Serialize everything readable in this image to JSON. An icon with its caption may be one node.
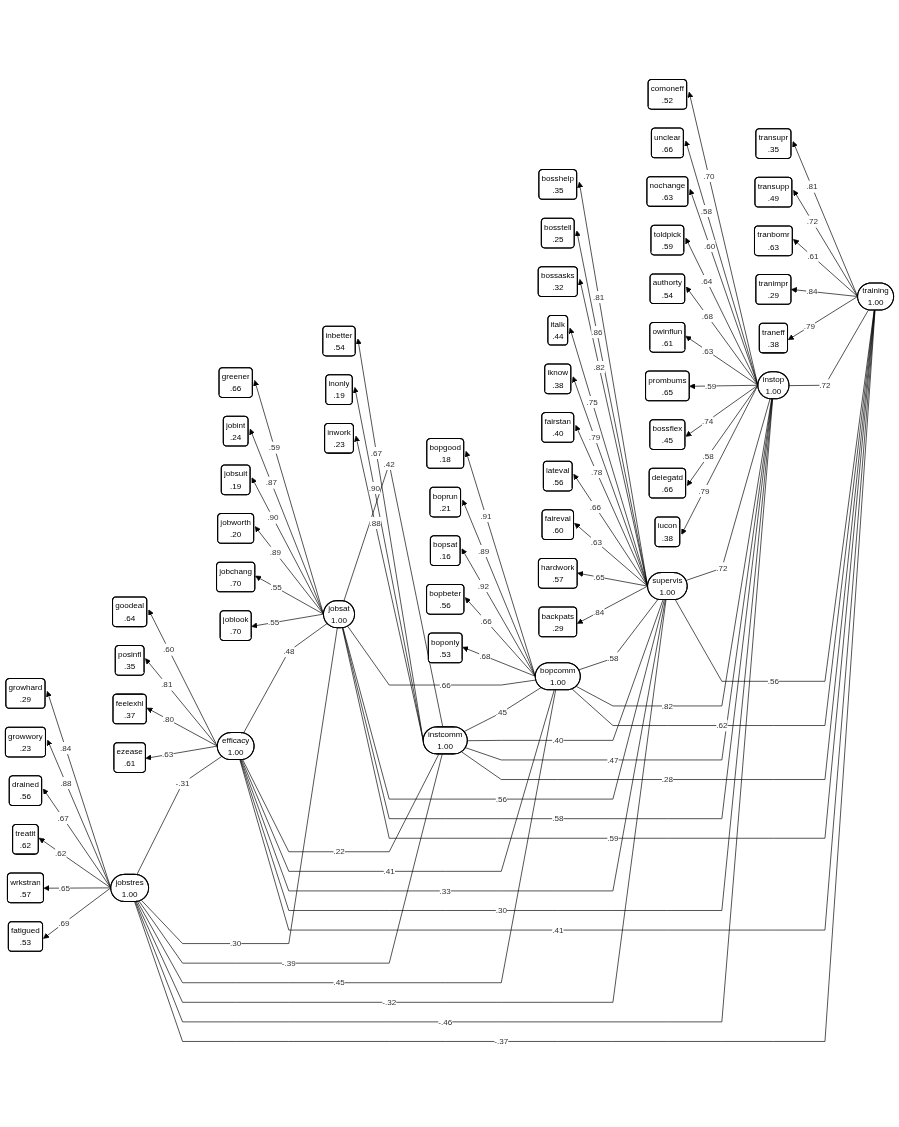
{
  "diagram": {
    "nodes": [
      {
        "text": [
          "transupr",
          ".35"
        ]
      },
      {
        "text": [
          "transupp",
          ".49"
        ]
      },
      {
        "text": [
          "tranbomr",
          ".63"
        ]
      },
      {
        "text": [
          "tranimpr",
          ".29"
        ]
      },
      {
        "text": [
          "traneff",
          ".38"
        ]
      },
      {
        "text": [
          "comoneff",
          ".52"
        ]
      },
      {
        "text": [
          "unclear",
          ".66"
        ]
      },
      {
        "text": [
          "nochange",
          ".63"
        ]
      },
      {
        "text": [
          "toldpick",
          ".59"
        ]
      },
      {
        "text": [
          "authorty",
          ".54"
        ]
      },
      {
        "text": [
          "owinflun",
          ".61"
        ]
      },
      {
        "text": [
          "prombums",
          ".65"
        ]
      },
      {
        "text": [
          "bossflex",
          ".45"
        ]
      },
      {
        "text": [
          "delegatd",
          ".66"
        ]
      },
      {
        "text": [
          "iucon",
          ".38"
        ]
      },
      {
        "text": [
          "bosshelp",
          ".35"
        ]
      },
      {
        "text": [
          "bosstell",
          ".25"
        ]
      },
      {
        "text": [
          "bossasks",
          ".32"
        ]
      },
      {
        "text": [
          "italk",
          ".44"
        ]
      },
      {
        "text": [
          "iknow",
          ".38"
        ]
      },
      {
        "text": [
          "fairstan",
          ".40"
        ]
      },
      {
        "text": [
          "lateval",
          ".56"
        ]
      },
      {
        "text": [
          "faireval",
          ".60"
        ]
      },
      {
        "text": [
          "hardwork",
          ".57"
        ]
      },
      {
        "text": [
          "backpats",
          ".29"
        ]
      },
      {
        "text": [
          "bopgood",
          ".18"
        ]
      },
      {
        "text": [
          "boprun",
          ".21"
        ]
      },
      {
        "text": [
          "bopsat",
          ".16"
        ]
      },
      {
        "text": [
          "bopbeter",
          ".56"
        ]
      },
      {
        "text": [
          "boponly",
          ".53"
        ]
      },
      {
        "text": [
          "inbetter",
          ".54"
        ]
      },
      {
        "text": [
          "inonly",
          ".19"
        ]
      },
      {
        "text": [
          "inwork",
          ".23"
        ]
      },
      {
        "text": [
          "greener",
          ".66"
        ]
      },
      {
        "text": [
          "jobint",
          ".24"
        ]
      },
      {
        "text": [
          "jobsuit",
          ".19"
        ]
      },
      {
        "text": [
          "jobworth",
          ".20"
        ]
      },
      {
        "text": [
          "jobchang",
          ".70"
        ]
      },
      {
        "text": [
          "joblook",
          ".70"
        ]
      },
      {
        "text": [
          "goodeal",
          ".64"
        ]
      },
      {
        "text": [
          "posinfl",
          ".35"
        ]
      },
      {
        "text": [
          "feelexhl",
          ".37"
        ]
      },
      {
        "text": [
          "ezease",
          ".61"
        ]
      },
      {
        "text": [
          "growhard",
          ".29"
        ]
      },
      {
        "text": [
          "growwory",
          ".23"
        ]
      },
      {
        "text": [
          "drained",
          ".56"
        ]
      },
      {
        "text": [
          "treatit",
          ".62"
        ]
      },
      {
        "text": [
          "wrkstran",
          ".57"
        ]
      },
      {
        "text": [
          "fatigued",
          ".53"
        ]
      },
      {
        "text": [
          "training",
          "1.00"
        ]
      },
      {
        "text": [
          "instop",
          "1.00"
        ]
      },
      {
        "text": [
          "supervis",
          "1.00"
        ]
      },
      {
        "text": [
          "bopcomm",
          "1.00"
        ]
      },
      {
        "text": [
          "instcomm",
          "1.00"
        ]
      },
      {
        "text": [
          "jobsat",
          "1.00"
        ]
      },
      {
        "text": [
          "efficacy",
          "1.00"
        ]
      },
      {
        "text": [
          "jobstres",
          "1.00"
        ]
      }
    ],
    "edges": [
      {
        "from": 49,
        "to": 0,
        "arrow": "to",
        "label": ".81"
      },
      {
        "from": 49,
        "to": 1,
        "arrow": "to",
        "label": ".72"
      },
      {
        "from": 49,
        "to": 2,
        "arrow": "to",
        "label": ".61"
      },
      {
        "from": 49,
        "to": 3,
        "arrow": "to",
        "label": ".84"
      },
      {
        "from": 49,
        "to": 4,
        "arrow": "to",
        "label": ".79"
      },
      {
        "from": 50,
        "to": 5,
        "arrow": "to",
        "label": ".70"
      },
      {
        "from": 50,
        "to": 6,
        "arrow": "to",
        "label": ".58"
      },
      {
        "from": 50,
        "to": 7,
        "arrow": "to",
        "label": ".60"
      },
      {
        "from": 50,
        "to": 8,
        "arrow": "to",
        "label": ".64"
      },
      {
        "from": 50,
        "to": 9,
        "arrow": "to",
        "label": ".68"
      },
      {
        "from": 50,
        "to": 10,
        "arrow": "to",
        "label": ".63"
      },
      {
        "from": 50,
        "to": 11,
        "arrow": "to",
        "label": ".59"
      },
      {
        "from": 50,
        "to": 12,
        "arrow": "to",
        "label": ".74"
      },
      {
        "from": 50,
        "to": 13,
        "arrow": "to",
        "label": ".58"
      },
      {
        "from": 50,
        "to": 14,
        "arrow": "to",
        "label": ".79"
      },
      {
        "from": 51,
        "to": 15,
        "arrow": "to",
        "label": ".81"
      },
      {
        "from": 51,
        "to": 16,
        "arrow": "to",
        "label": ".86"
      },
      {
        "from": 51,
        "to": 17,
        "arrow": "to",
        "label": ".82"
      },
      {
        "from": 51,
        "to": 18,
        "arrow": "to",
        "label": ".75"
      },
      {
        "from": 51,
        "to": 19,
        "arrow": "to",
        "label": ".79"
      },
      {
        "from": 51,
        "to": 20,
        "arrow": "to",
        "label": ".78"
      },
      {
        "from": 51,
        "to": 21,
        "arrow": "to",
        "label": ".66"
      },
      {
        "from": 51,
        "to": 22,
        "arrow": "to",
        "label": ".63"
      },
      {
        "from": 51,
        "to": 23,
        "arrow": "to",
        "label": ".65"
      },
      {
        "from": 51,
        "to": 24,
        "arrow": "to",
        "label": ".84"
      },
      {
        "from": 52,
        "to": 25,
        "arrow": "to",
        "label": ".91"
      },
      {
        "from": 52,
        "to": 26,
        "arrow": "to",
        "label": ".89"
      },
      {
        "from": 52,
        "to": 27,
        "arrow": "to",
        "label": ".92"
      },
      {
        "from": 52,
        "to": 28,
        "arrow": "to",
        "label": ".66"
      },
      {
        "from": 52,
        "to": 29,
        "arrow": "to",
        "label": ".68"
      },
      {
        "from": 53,
        "to": 30,
        "arrow": "to",
        "label": ".67"
      },
      {
        "from": 53,
        "to": 31,
        "arrow": "to",
        "label": ".90"
      },
      {
        "from": 53,
        "to": 32,
        "arrow": "to",
        "label": ".88"
      },
      {
        "from": 54,
        "to": 33,
        "arrow": "to",
        "label": ".59"
      },
      {
        "from": 54,
        "to": 34,
        "arrow": "to",
        "label": ".87"
      },
      {
        "from": 54,
        "to": 35,
        "arrow": "to",
        "label": ".90"
      },
      {
        "from": 54,
        "to": 36,
        "arrow": "to",
        "label": ".89"
      },
      {
        "from": 54,
        "to": 37,
        "arrow": "to",
        "label": ".55"
      },
      {
        "from": 54,
        "to": 38,
        "arrow": "to",
        "label": ".55"
      },
      {
        "from": 55,
        "to": 39,
        "arrow": "to",
        "label": ".60"
      },
      {
        "from": 55,
        "to": 40,
        "arrow": "to",
        "label": ".81"
      },
      {
        "from": 55,
        "to": 41,
        "arrow": "to",
        "label": ".80"
      },
      {
        "from": 55,
        "to": 42,
        "arrow": "to",
        "label": ".63"
      },
      {
        "from": 56,
        "to": 43,
        "arrow": "to",
        "label": ".84"
      },
      {
        "from": 56,
        "to": 44,
        "arrow": "to",
        "label": ".88"
      },
      {
        "from": 56,
        "to": 45,
        "arrow": "to",
        "label": ".67"
      },
      {
        "from": 56,
        "to": 46,
        "arrow": "to",
        "label": ".62"
      },
      {
        "from": 56,
        "to": 47,
        "arrow": "to",
        "label": ".65"
      },
      {
        "from": 56,
        "to": 48,
        "arrow": "to",
        "label": ".69"
      },
      {
        "from": 49,
        "to": 50,
        "arrow": "none",
        "label": ".72"
      },
      {
        "from": 50,
        "to": 51,
        "arrow": "none",
        "label": ".72"
      },
      {
        "from": 51,
        "to": 52,
        "arrow": "none",
        "label": ".58"
      },
      {
        "from": 52,
        "to": 53,
        "arrow": "none",
        "label": ".45"
      },
      {
        "from": 53,
        "to": 54,
        "arrow": "none",
        "label": ".42"
      },
      {
        "from": 54,
        "to": 55,
        "arrow": "none",
        "label": ".48"
      },
      {
        "from": 55,
        "to": 56,
        "arrow": "none",
        "label": "-.31"
      },
      {
        "from": 49,
        "to": 51,
        "arrow": "none",
        "label": ".56"
      },
      {
        "from": 50,
        "to": 52,
        "arrow": "none",
        "label": ".82"
      },
      {
        "from": 51,
        "to": 53,
        "arrow": "none",
        "label": ".40"
      },
      {
        "from": 52,
        "to": 54,
        "arrow": "none",
        "label": ".66"
      },
      {
        "from": 53,
        "to": 55,
        "arrow": "none",
        "label": ".22"
      },
      {
        "from": 54,
        "to": 56,
        "arrow": "none",
        "label": ".30"
      },
      {
        "from": 49,
        "to": 52,
        "arrow": "none",
        "label": ".62"
      },
      {
        "from": 50,
        "to": 53,
        "arrow": "none",
        "label": ".47"
      },
      {
        "from": 51,
        "to": 54,
        "arrow": "none",
        "label": ".56"
      },
      {
        "from": 52,
        "to": 55,
        "arrow": "none",
        "label": ".41"
      },
      {
        "from": 53,
        "to": 56,
        "arrow": "none",
        "label": "-.39"
      },
      {
        "from": 49,
        "to": 53,
        "arrow": "none",
        "label": ".28"
      },
      {
        "from": 50,
        "to": 54,
        "arrow": "none",
        "label": ".58"
      },
      {
        "from": 51,
        "to": 55,
        "arrow": "none",
        "label": ".33"
      },
      {
        "from": 52,
        "to": 56,
        "arrow": "none",
        "label": ".45"
      },
      {
        "from": 49,
        "to": 54,
        "arrow": "none",
        "label": ".59"
      },
      {
        "from": 50,
        "to": 55,
        "arrow": "none",
        "label": ".30"
      },
      {
        "from": 51,
        "to": 56,
        "arrow": "none",
        "label": "-.32"
      },
      {
        "from": 49,
        "to": 55,
        "arrow": "none",
        "label": ".41"
      },
      {
        "from": 50,
        "to": 56,
        "arrow": "none",
        "label": "-.46"
      },
      {
        "from": 49,
        "to": 56,
        "arrow": "none",
        "label": "-.37"
      }
    ]
  }
}
